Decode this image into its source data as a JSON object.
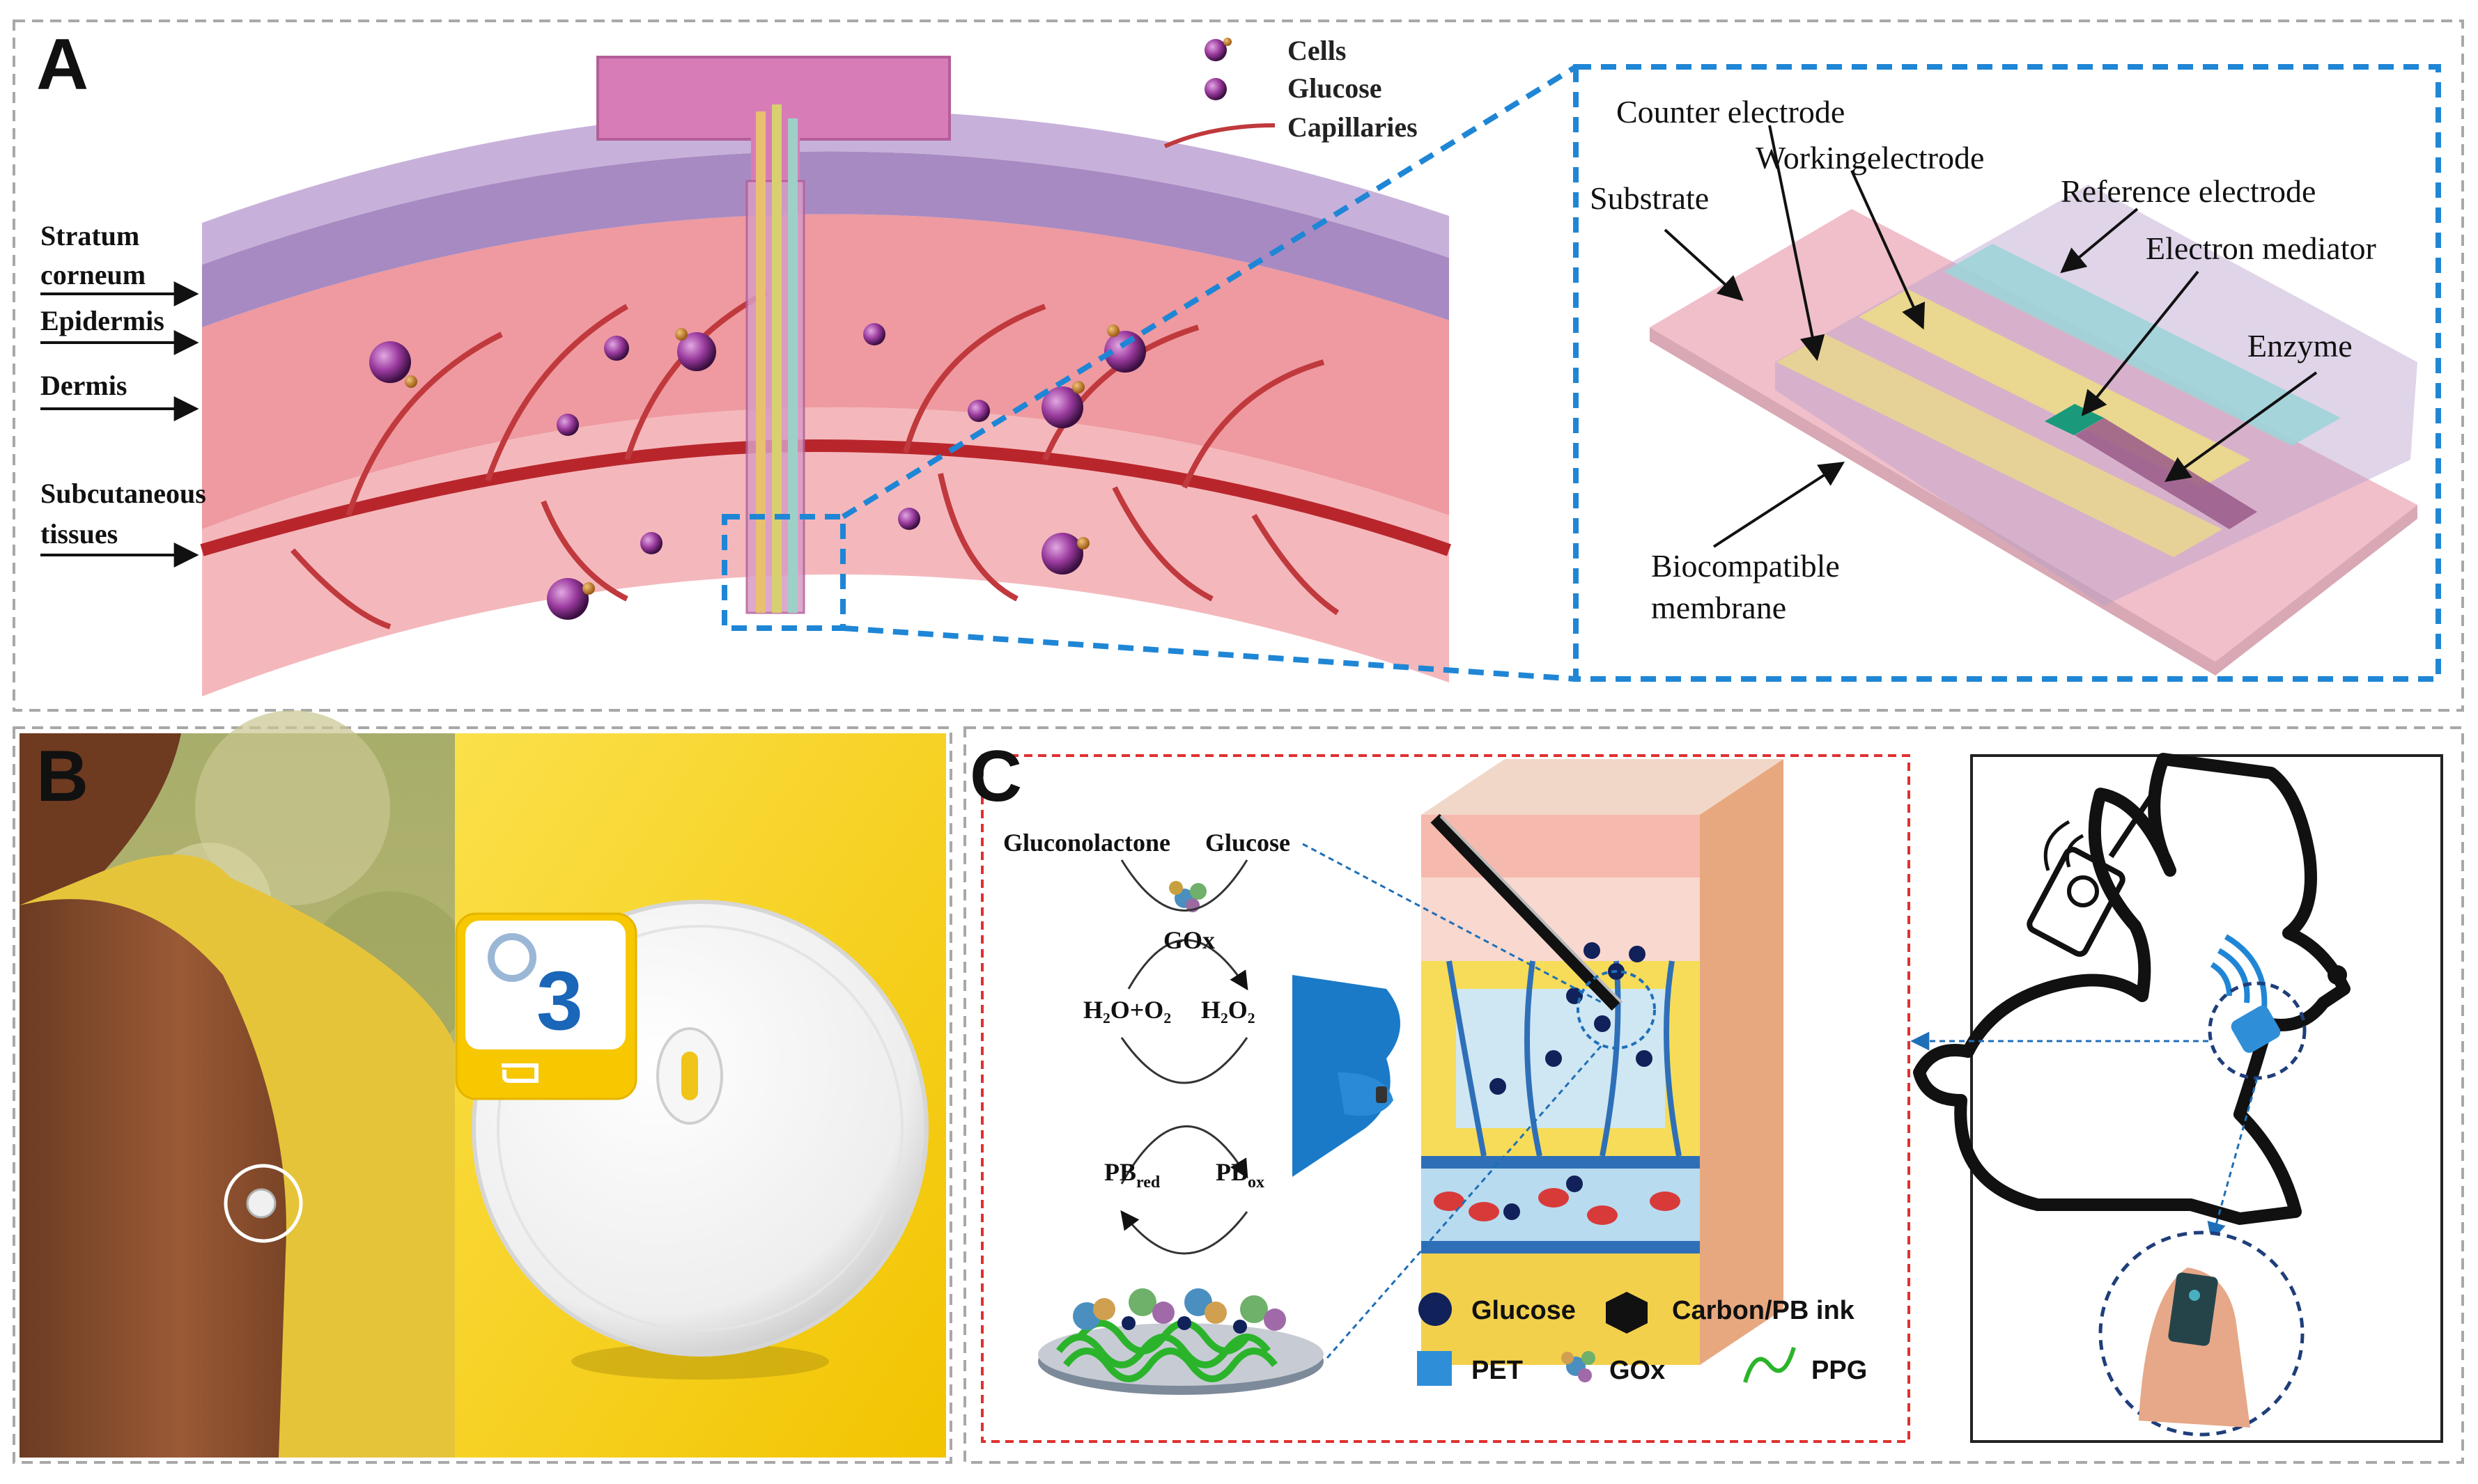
{
  "panels": {
    "a": {
      "letter": "A",
      "legend": {
        "cells": "Cells",
        "glucose": "Glucose",
        "capillaries": "Capillaries"
      },
      "layers": {
        "stratum_1": "Stratum",
        "stratum_2": "corneum",
        "epidermis": "Epidermis",
        "dermis": "Dermis",
        "subcut_1": "Subcutaneous",
        "subcut_2": "tissues"
      },
      "electrode": {
        "counter": "Counter electrode",
        "working": "Workingelectrode",
        "substrate": "Substrate",
        "reference": "Reference electrode",
        "mediator": "Electron mediator",
        "enzyme": "Enzyme",
        "membrane_1": "Biocompatible",
        "membrane_2": "membrane"
      }
    },
    "b": {
      "letter": "B",
      "logo_digit": "3"
    },
    "c": {
      "letter": "C",
      "reaction": {
        "gluconolactone": "Gluconolactone",
        "glucose": "Glucose",
        "gox": "GOx",
        "h2o_o2": "H₂O+O₂",
        "h2o2": "H₂O₂",
        "pb": "PB",
        "red": "red",
        "ox": "ox"
      },
      "legend": {
        "glucose": "Glucose",
        "carbon_pb": "Carbon/PB ink",
        "pet": "PET",
        "gox": "GOx",
        "ppg": "PPG"
      }
    }
  },
  "colors": {
    "accent_blue": "#1f86d6",
    "skin_purple": "#b48ac4",
    "skin_pink": "#eca0a6",
    "capillary_red": "#c0393d",
    "yellow": "#f6d21b",
    "dashed_red": "#e03030"
  }
}
